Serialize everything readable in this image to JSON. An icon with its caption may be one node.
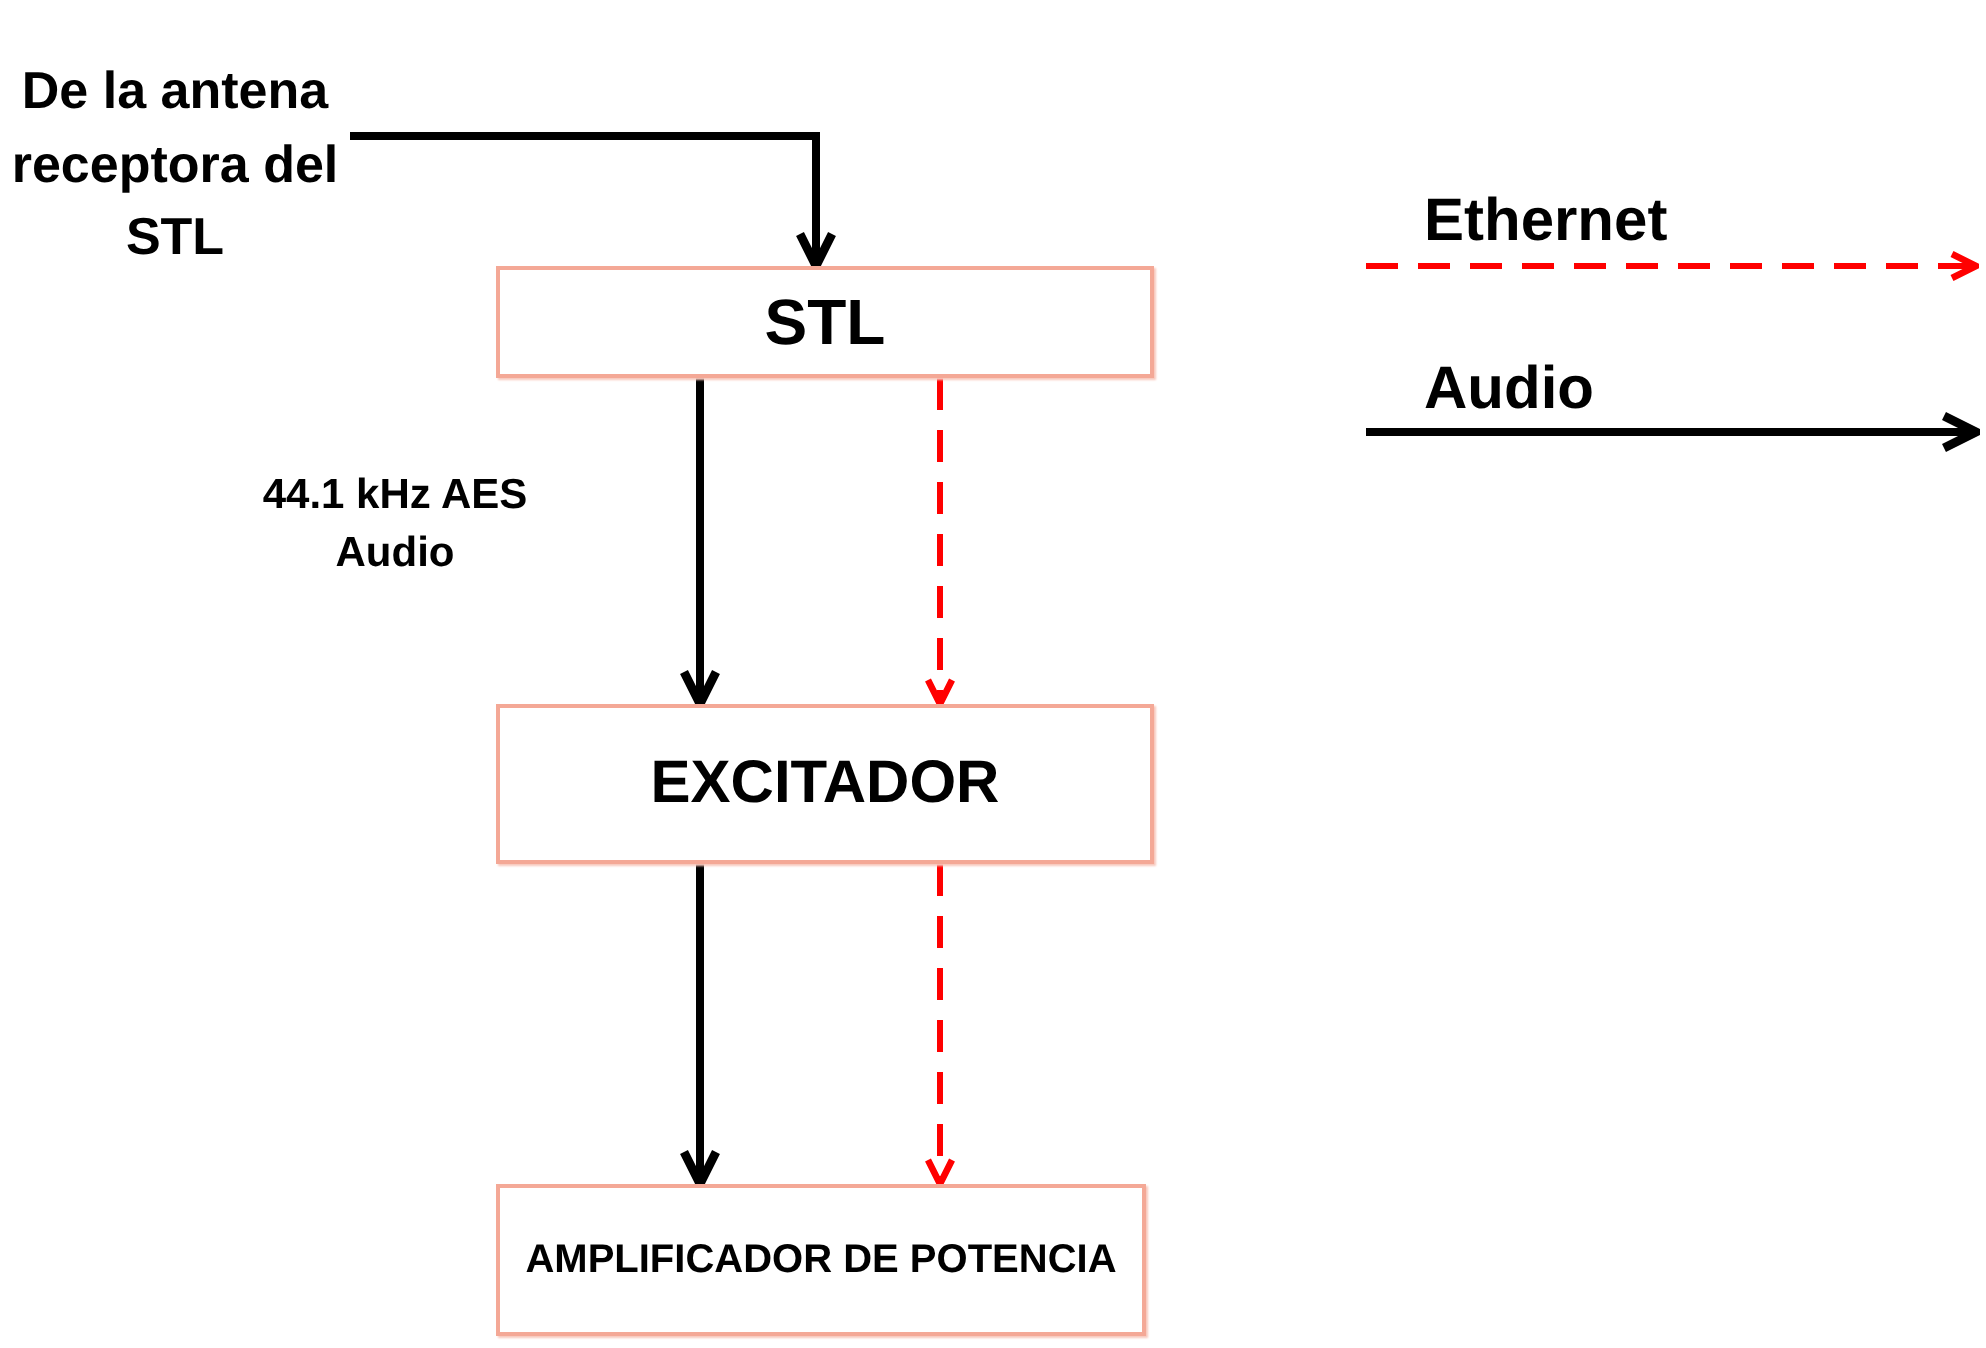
{
  "diagram": {
    "nodes": [
      {
        "text": [
          "De la antena receptora del STL"
        ]
      },
      {
        "text": [
          "STL"
        ]
      },
      {
        "text": [
          "EXCITADOR"
        ]
      },
      {
        "text": [
          "AMPLIFICADOR DE POTENCIA"
        ]
      }
    ],
    "edges": [
      {
        "from": 0,
        "to": 1,
        "arrow": "to"
      },
      {
        "from": 1,
        "to": 2,
        "arrow": "to",
        "label": "44.1 kHz AES Audio"
      },
      {
        "from": 1,
        "to": 2,
        "arrow": "to",
        "style": "dashed",
        "color": "#ff0000"
      },
      {
        "from": 2,
        "to": 3,
        "arrow": "to"
      },
      {
        "from": 2,
        "to": 3,
        "arrow": "to",
        "style": "dashed",
        "color": "#ff0000"
      }
    ],
    "legend": [
      {
        "text": "Ethernet"
      },
      {
        "text": "Audio"
      }
    ]
  }
}
